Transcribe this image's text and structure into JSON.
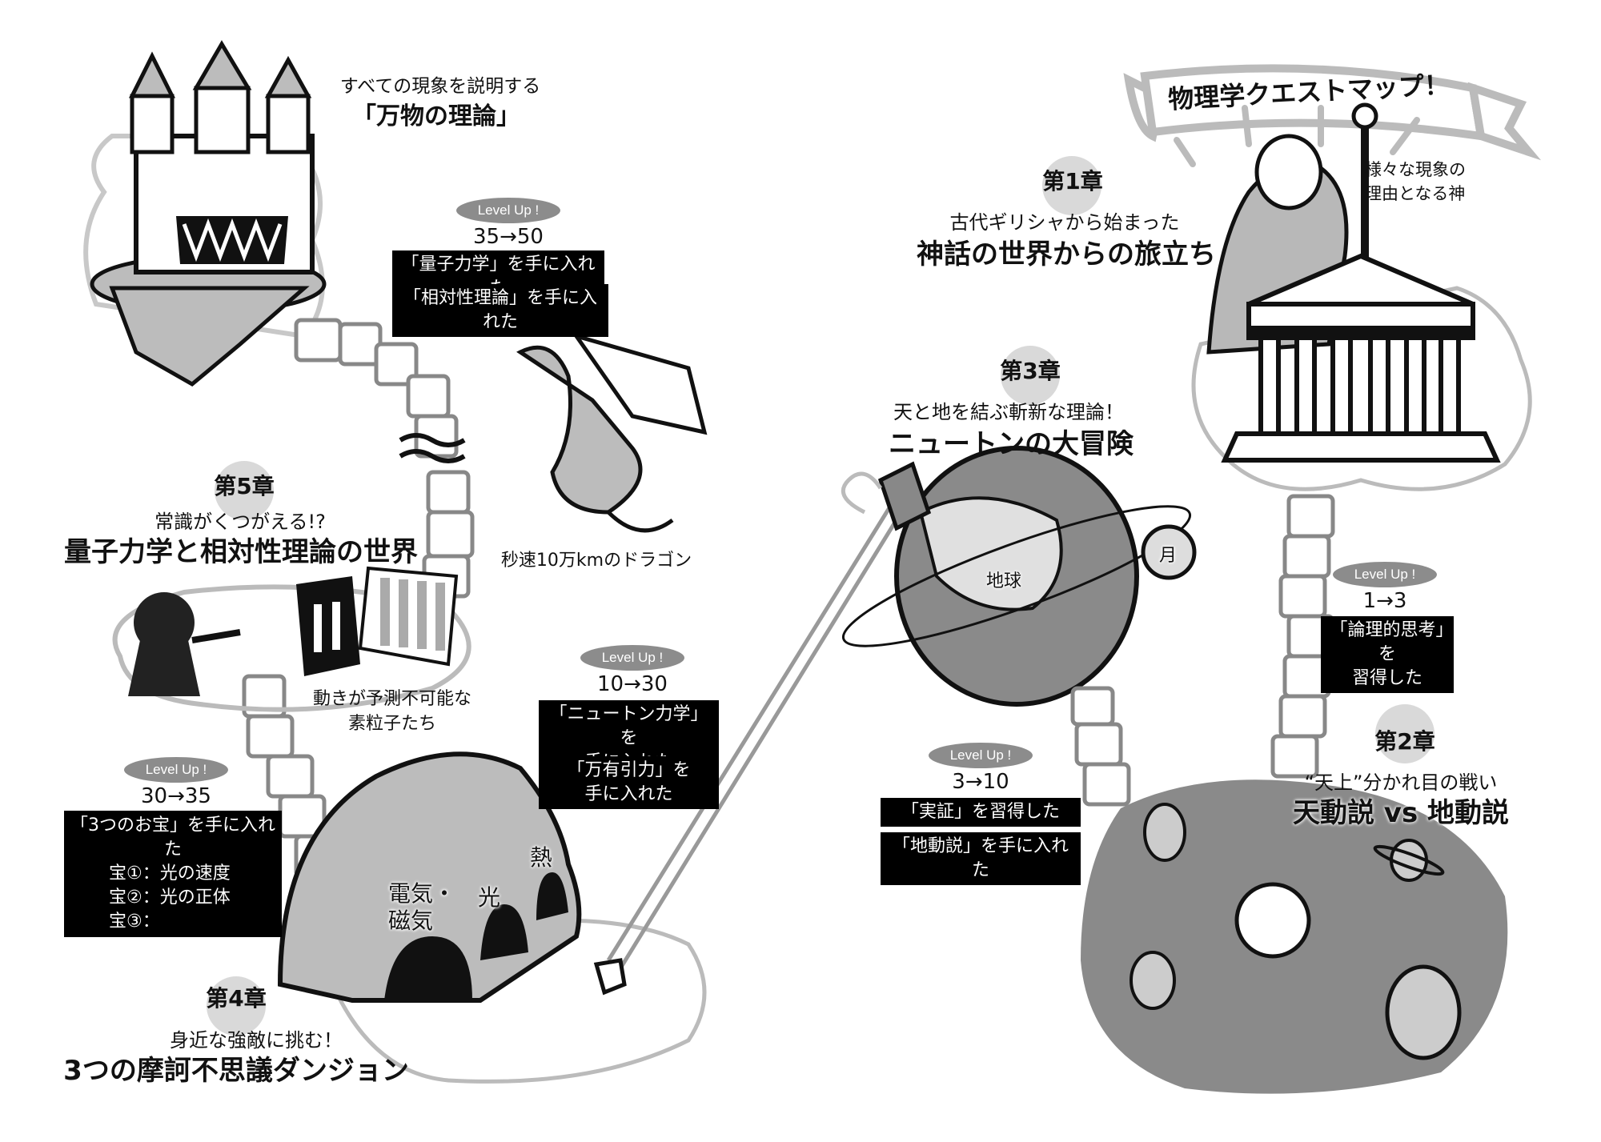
{
  "map_title": "物理学クエストマップ！",
  "god_caption": [
    "様々な現象の",
    "理由となる神"
  ],
  "castle_caption": {
    "line1": "すべての現象を説明する",
    "line2": "「万物の理論」"
  },
  "chapters": [
    {
      "id": 1,
      "label": "第1章",
      "subtitle": "古代ギリシャから始まった",
      "title": "神話の世界からの旅立ち"
    },
    {
      "id": 2,
      "label": "第2章",
      "subtitle": "“天上”分かれ目の戦い",
      "title": "天動説 vs 地動説"
    },
    {
      "id": 3,
      "label": "第3章",
      "subtitle": "天と地を結ぶ斬新な理論！",
      "title": "ニュートンの大冒険"
    },
    {
      "id": 4,
      "label": "第4章",
      "subtitle": "身近な強敵に挑む！",
      "title": "3つの摩訶不思議ダンジョン"
    },
    {
      "id": 5,
      "label": "第5章",
      "subtitle": "常識がくつがえる!?",
      "title": "量子力学と相対性理論の世界"
    }
  ],
  "level_ups": [
    {
      "badge": "Level Up !",
      "range": "1→3",
      "items": [
        "「論理的思考」を\n習得した"
      ]
    },
    {
      "badge": "Level Up !",
      "range": "3→10",
      "items": [
        "「実証」を習得した",
        "「地動説」を手に入れた"
      ]
    },
    {
      "badge": "Level Up !",
      "range": "10→30",
      "items": [
        "「ニュートン力学」を\n手に入れた",
        "「万有引力」を\n手に入れた"
      ]
    },
    {
      "badge": "Level Up !",
      "range": "30→35",
      "items": [
        "「3つのお宝」を手に入れた",
        "宝①：光の速度",
        "宝②：光の正体",
        "宝③："
      ]
    },
    {
      "badge": "Level Up !",
      "range": "35→50",
      "items": [
        "「量子力学」を手に入れた",
        "「相対性理論」を手に入れた"
      ]
    }
  ],
  "art_labels": {
    "earth": "地球",
    "moon": "月",
    "dungeon_elec": "電気・\n磁気",
    "dungeon_light": "光",
    "dungeon_heat": "熱"
  },
  "notes": {
    "dragon": "秒速10万kmのドラゴン",
    "particles": [
      "動きが予測不可能な",
      "素粒子たち"
    ]
  },
  "colors": {
    "badge_gray": "#d9d9d9",
    "pill_gray": "#8c8c8c",
    "ink": "#111111",
    "space_gray": "#8a8a8a",
    "cloud_gray": "#bdbdbd"
  }
}
